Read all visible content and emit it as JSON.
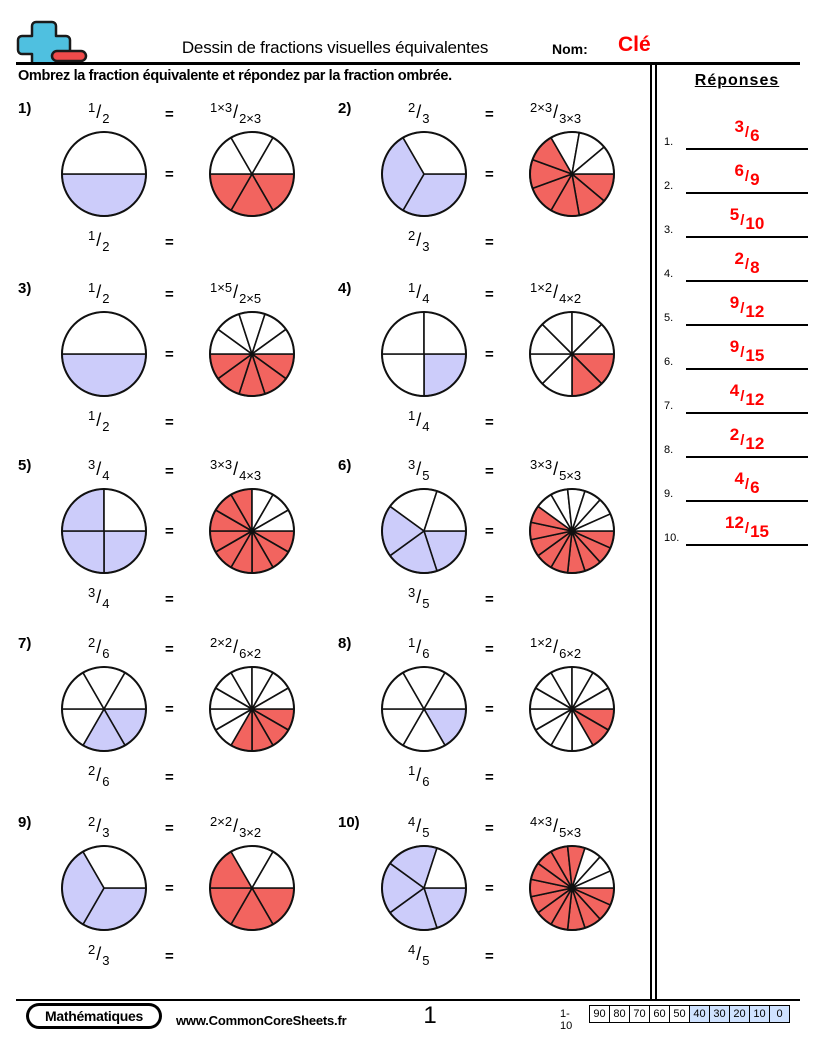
{
  "header": {
    "title": "Dessin de fractions visuelles équivalentes",
    "name_label": "Nom:",
    "name_value": "Clé",
    "logo_icon": "plus-minus-math-icon"
  },
  "instructions": "Ombrez la fraction équivalente et répondez par la fraction ombrée.",
  "answers": {
    "title": "Réponses",
    "items": [
      {
        "index": "1.",
        "numerator": "3",
        "denominator": "6"
      },
      {
        "index": "2.",
        "numerator": "6",
        "denominator": "9"
      },
      {
        "index": "3.",
        "numerator": "5",
        "denominator": "10"
      },
      {
        "index": "4.",
        "numerator": "2",
        "denominator": "8"
      },
      {
        "index": "5.",
        "numerator": "9",
        "denominator": "12"
      },
      {
        "index": "6.",
        "numerator": "9",
        "denominator": "15"
      },
      {
        "index": "7.",
        "numerator": "4",
        "denominator": "12"
      },
      {
        "index": "8.",
        "numerator": "2",
        "denominator": "12"
      },
      {
        "index": "9.",
        "numerator": "4",
        "denominator": "6"
      },
      {
        "index": "10.",
        "numerator": "12",
        "denominator": "15"
      }
    ]
  },
  "colors": {
    "shade_blue": "#ccccfa",
    "shade_red": "#f2645f",
    "answer_red": "#ff0000",
    "scale_highlight": "#cfe2ff"
  },
  "problems": [
    {
      "number": "1)",
      "top_left_frac": {
        "n": "1",
        "d": "2"
      },
      "top_right_frac": {
        "n": "1×3",
        "d": "2×3"
      },
      "bottom_frac": {
        "n": "1",
        "d": "2"
      },
      "equals": "=",
      "left_pie": {
        "slices": 2,
        "shaded": 1,
        "color": "#ccccfa"
      },
      "right_pie": {
        "slices": 6,
        "shaded": 3,
        "color": "#f2645f"
      }
    },
    {
      "number": "2)",
      "top_left_frac": {
        "n": "2",
        "d": "3"
      },
      "top_right_frac": {
        "n": "2×3",
        "d": "3×3"
      },
      "bottom_frac": {
        "n": "2",
        "d": "3"
      },
      "equals": "=",
      "left_pie": {
        "slices": 3,
        "shaded": 2,
        "color": "#ccccfa"
      },
      "right_pie": {
        "slices": 9,
        "shaded": 6,
        "color": "#f2645f"
      }
    },
    {
      "number": "3)",
      "top_left_frac": {
        "n": "1",
        "d": "2"
      },
      "top_right_frac": {
        "n": "1×5",
        "d": "2×5"
      },
      "bottom_frac": {
        "n": "1",
        "d": "2"
      },
      "equals": "=",
      "left_pie": {
        "slices": 2,
        "shaded": 1,
        "color": "#ccccfa"
      },
      "right_pie": {
        "slices": 10,
        "shaded": 5,
        "color": "#f2645f"
      }
    },
    {
      "number": "4)",
      "top_left_frac": {
        "n": "1",
        "d": "4"
      },
      "top_right_frac": {
        "n": "1×2",
        "d": "4×2"
      },
      "bottom_frac": {
        "n": "1",
        "d": "4"
      },
      "equals": "=",
      "left_pie": {
        "slices": 4,
        "shaded": 1,
        "color": "#ccccfa"
      },
      "right_pie": {
        "slices": 8,
        "shaded": 2,
        "color": "#f2645f"
      }
    },
    {
      "number": "5)",
      "top_left_frac": {
        "n": "3",
        "d": "4"
      },
      "top_right_frac": {
        "n": "3×3",
        "d": "4×3"
      },
      "bottom_frac": {
        "n": "3",
        "d": "4"
      },
      "equals": "=",
      "left_pie": {
        "slices": 4,
        "shaded": 3,
        "color": "#ccccfa"
      },
      "right_pie": {
        "slices": 12,
        "shaded": 9,
        "color": "#f2645f"
      }
    },
    {
      "number": "6)",
      "top_left_frac": {
        "n": "3",
        "d": "5"
      },
      "top_right_frac": {
        "n": "3×3",
        "d": "5×3"
      },
      "bottom_frac": {
        "n": "3",
        "d": "5"
      },
      "equals": "=",
      "left_pie": {
        "slices": 5,
        "shaded": 3,
        "color": "#ccccfa"
      },
      "right_pie": {
        "slices": 15,
        "shaded": 9,
        "color": "#f2645f"
      }
    },
    {
      "number": "7)",
      "top_left_frac": {
        "n": "2",
        "d": "6"
      },
      "top_right_frac": {
        "n": "2×2",
        "d": "6×2"
      },
      "bottom_frac": {
        "n": "2",
        "d": "6"
      },
      "equals": "=",
      "left_pie": {
        "slices": 6,
        "shaded": 2,
        "color": "#ccccfa"
      },
      "right_pie": {
        "slices": 12,
        "shaded": 4,
        "color": "#f2645f"
      }
    },
    {
      "number": "8)",
      "top_left_frac": {
        "n": "1",
        "d": "6"
      },
      "top_right_frac": {
        "n": "1×2",
        "d": "6×2"
      },
      "bottom_frac": {
        "n": "1",
        "d": "6"
      },
      "equals": "=",
      "left_pie": {
        "slices": 6,
        "shaded": 1,
        "color": "#ccccfa"
      },
      "right_pie": {
        "slices": 12,
        "shaded": 2,
        "color": "#f2645f"
      }
    },
    {
      "number": "9)",
      "top_left_frac": {
        "n": "2",
        "d": "3"
      },
      "top_right_frac": {
        "n": "2×2",
        "d": "3×2"
      },
      "bottom_frac": {
        "n": "2",
        "d": "3"
      },
      "equals": "=",
      "left_pie": {
        "slices": 3,
        "shaded": 2,
        "color": "#ccccfa"
      },
      "right_pie": {
        "slices": 6,
        "shaded": 4,
        "color": "#f2645f"
      }
    },
    {
      "number": "10)",
      "top_left_frac": {
        "n": "4",
        "d": "5"
      },
      "top_right_frac": {
        "n": "4×3",
        "d": "5×3"
      },
      "bottom_frac": {
        "n": "4",
        "d": "5"
      },
      "equals": "=",
      "left_pie": {
        "slices": 5,
        "shaded": 4,
        "color": "#ccccfa"
      },
      "right_pie": {
        "slices": 15,
        "shaded": 12,
        "color": "#f2645f"
      }
    }
  ],
  "footer": {
    "brand": "Mathématiques",
    "site": "www.CommonCoreSheets.fr",
    "page": "1",
    "scale_label": "1-10",
    "scale_values": [
      "90",
      "80",
      "70",
      "60",
      "50",
      "40",
      "30",
      "20",
      "10",
      "0"
    ],
    "scale_highlighted": [
      "40",
      "30",
      "20",
      "10",
      "0"
    ]
  }
}
